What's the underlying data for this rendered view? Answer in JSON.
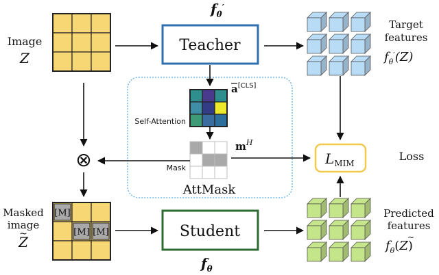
{
  "colors": {
    "grid_fill": "#f7d774",
    "grid_stroke": "#222222",
    "teacher_border": "#2f6fb0",
    "student_border": "#2e6b33",
    "cube_blue": "#b9dcf6",
    "cube_green": "#c4e58a",
    "loss_border": "#f2c94c",
    "attmask_border": "#6fb7e6",
    "mask_gray": "#a9a9a9",
    "attention_cells": [
      "#2f8f8e",
      "#4a3a8e",
      "#2f8f8e",
      "#3f8ea6",
      "#333d86",
      "#ecea2a",
      "#3f9a78",
      "#3a6ca0",
      "#2c6e9c"
    ]
  },
  "input": {
    "title": "Image",
    "symbol": "Z"
  },
  "masked_input": {
    "title_line1": "Masked",
    "title_line2": "image",
    "symbol": "Z",
    "mask_token": "[M]"
  },
  "teacher": {
    "label": "Teacher",
    "func_base": "f",
    "func_sub": "θ",
    "func_prime": "′"
  },
  "student": {
    "label": "Student",
    "func_base": "f",
    "func_sub": "θ"
  },
  "target": {
    "title_line1": "Target",
    "title_line2": "features",
    "formula_base": "f",
    "formula_sub": "θ",
    "formula_prime": "′",
    "formula_arg": "(Z)"
  },
  "predicted": {
    "title_line1": "Predicted",
    "title_line2": "features",
    "formula_base": "f",
    "formula_sub": "θ",
    "formula_arg_open": "(",
    "formula_arg": "Z",
    "formula_arg_close": ")"
  },
  "attmask": {
    "title": "AttMask",
    "self_attention_label": "Self-Attention",
    "attention_symbol": "a",
    "attention_sup": "[CLS]",
    "mask_label": "Mask",
    "mask_symbol": "m",
    "mask_sup": "H"
  },
  "loss": {
    "label": "Loss",
    "symbol_base": "L",
    "symbol_sub": "MIM"
  },
  "multiply_symbol": "⊗"
}
